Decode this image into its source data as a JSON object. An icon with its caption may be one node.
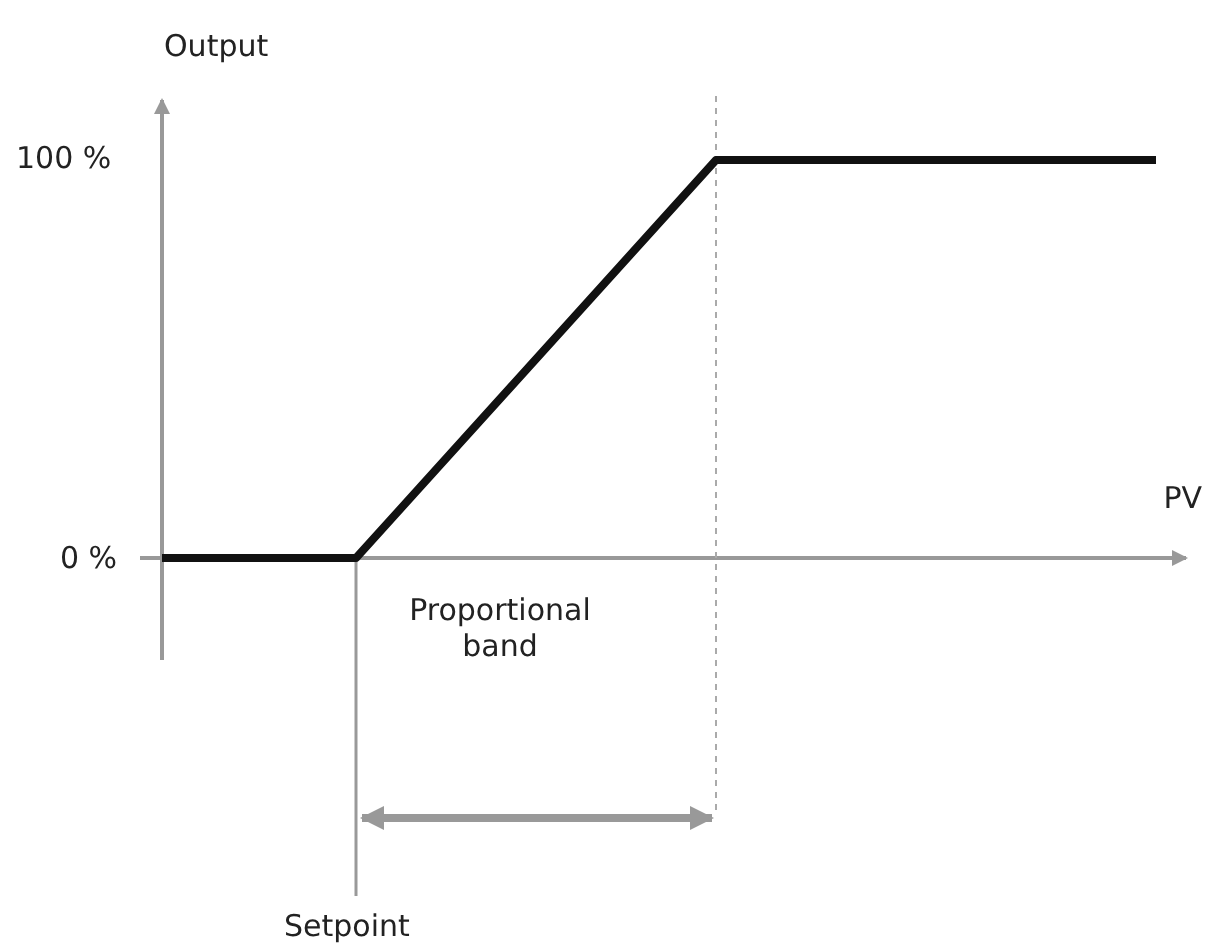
{
  "diagram": {
    "labels": [
      "Output",
      "100 %",
      "0 %",
      "PV",
      "Proportional band",
      "Setpoint"
    ]
  }
}
